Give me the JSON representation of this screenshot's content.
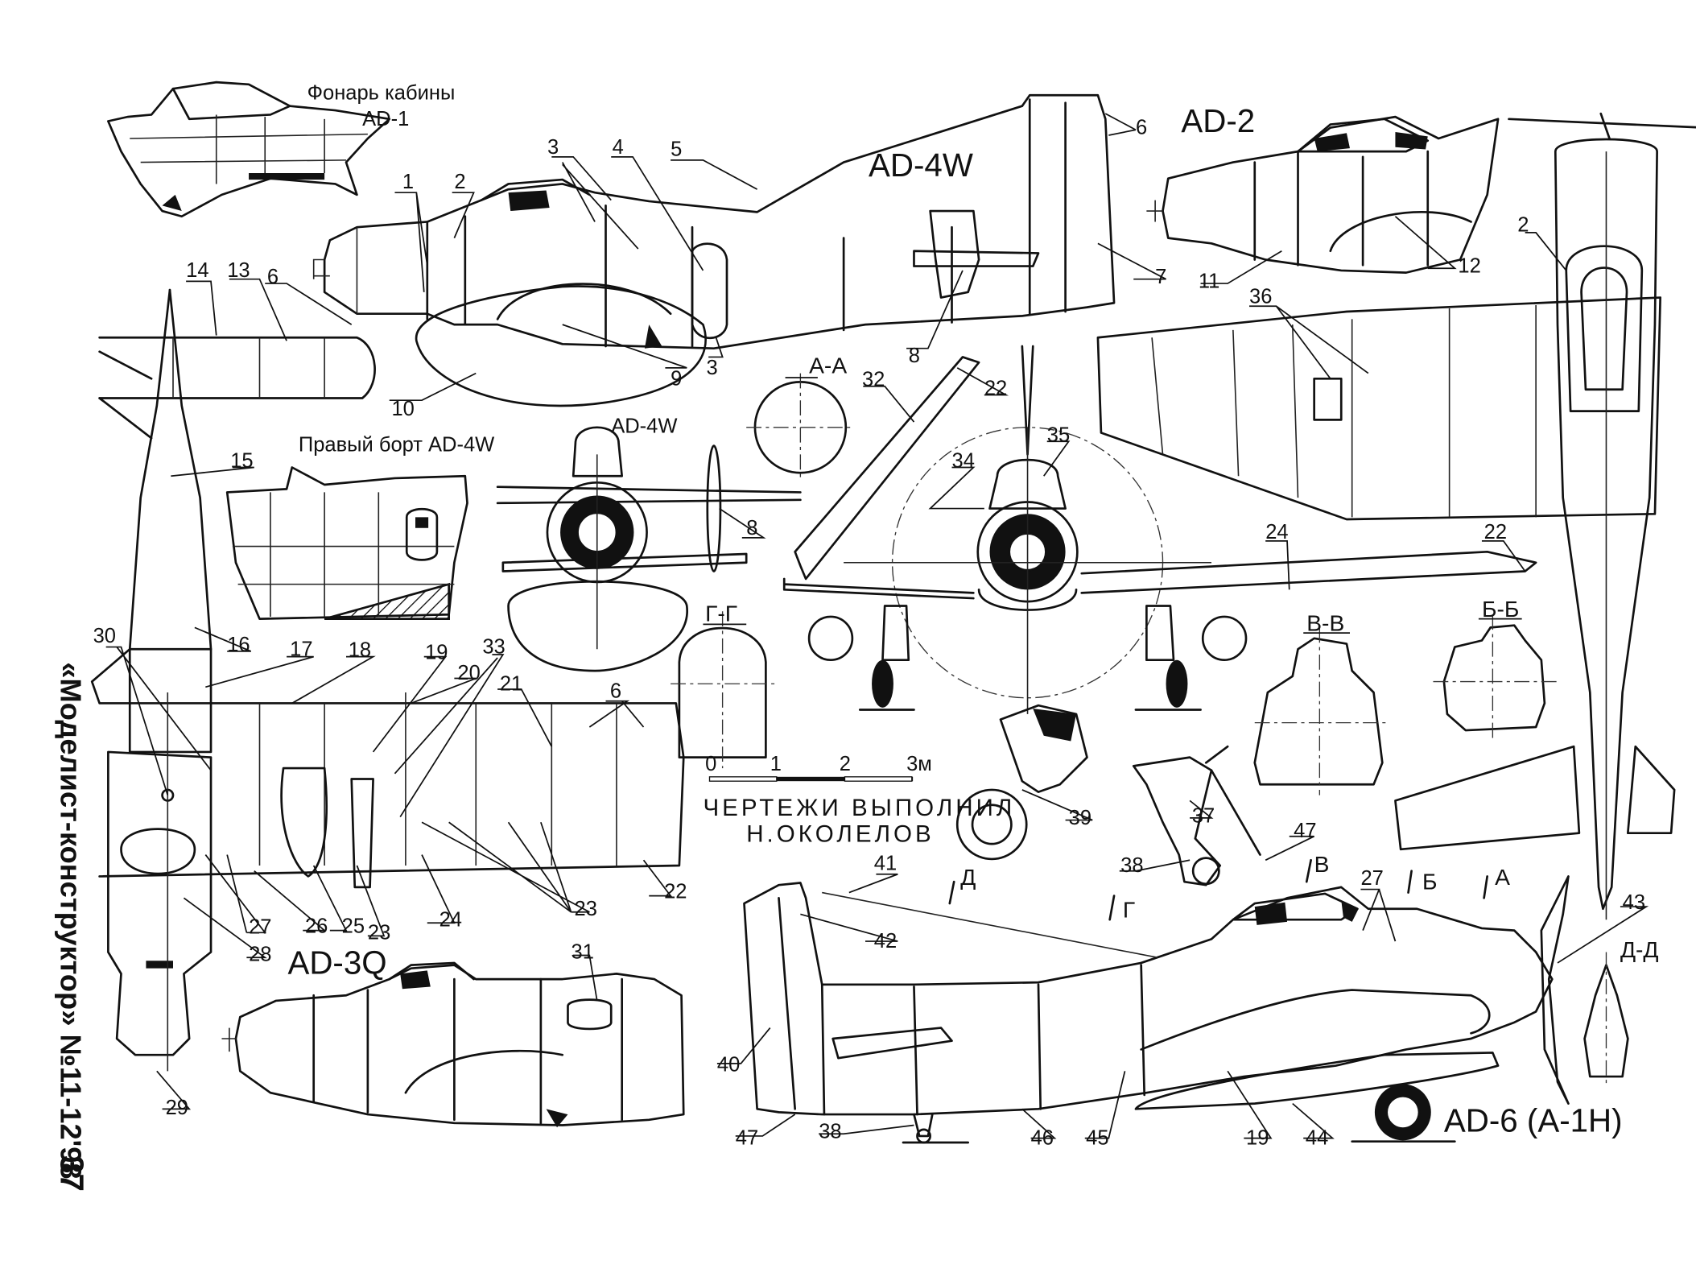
{
  "magazine": "«Моделист-конструктор» №11-12'98",
  "page_number": "37",
  "views": {
    "ad1_canopy": "Фонарь кабины AD-1",
    "ad2": "AD-2",
    "ad4w": "AD-4W",
    "ad4w_right_side": "Правый борт AD-4W",
    "ad4w_front": "AD-4W",
    "ad3q": "AD-3Q",
    "ad6": "AD-6 (A-1H)"
  },
  "sections": {
    "a_a": "А-А",
    "b_b": "Б-Б",
    "v_v": "В-В",
    "g_g": "Г-Г",
    "d_d": "Д-Д",
    "a": "А",
    "b": "Б",
    "v": "В",
    "g": "Г",
    "d": "Д"
  },
  "scale_bar": {
    "ticks": [
      "0",
      "1",
      "2",
      "3м"
    ]
  },
  "credit": {
    "line1": "ЧЕРТЕЖИ ВЫПОЛНИЛ",
    "line2": "Н.ОКОЛЕЛОВ"
  },
  "callouts": [
    {
      "id": "c1",
      "text": "1"
    },
    {
      "id": "c2",
      "text": "2"
    },
    {
      "id": "c3a",
      "text": "3"
    },
    {
      "id": "c4",
      "text": "4"
    },
    {
      "id": "c5",
      "text": "5"
    },
    {
      "id": "c6a",
      "text": "6"
    },
    {
      "id": "c7",
      "text": "7"
    },
    {
      "id": "c8a",
      "text": "8"
    },
    {
      "id": "c9",
      "text": "9"
    },
    {
      "id": "c3b",
      "text": "3"
    },
    {
      "id": "c10",
      "text": "10"
    },
    {
      "id": "c11",
      "text": "11"
    },
    {
      "id": "c12",
      "text": "12"
    },
    {
      "id": "c2b",
      "text": "2"
    },
    {
      "id": "c36",
      "text": "36"
    },
    {
      "id": "c14",
      "text": "14"
    },
    {
      "id": "c13",
      "text": "13"
    },
    {
      "id": "c6b",
      "text": "6"
    },
    {
      "id": "c15",
      "text": "15"
    },
    {
      "id": "c32",
      "text": "32"
    },
    {
      "id": "c22a",
      "text": "22"
    },
    {
      "id": "c35",
      "text": "35"
    },
    {
      "id": "c34",
      "text": "34"
    },
    {
      "id": "c8b",
      "text": "8"
    },
    {
      "id": "c24a",
      "text": "24"
    },
    {
      "id": "c22b",
      "text": "22"
    },
    {
      "id": "c16",
      "text": "16"
    },
    {
      "id": "c17",
      "text": "17"
    },
    {
      "id": "c18",
      "text": "18"
    },
    {
      "id": "c19a",
      "text": "19"
    },
    {
      "id": "c20",
      "text": "20"
    },
    {
      "id": "c33",
      "text": "33"
    },
    {
      "id": "c21",
      "text": "21"
    },
    {
      "id": "c6c",
      "text": "6"
    },
    {
      "id": "c30",
      "text": "30"
    },
    {
      "id": "c39",
      "text": "39"
    },
    {
      "id": "c37",
      "text": "37"
    },
    {
      "id": "c47a",
      "text": "47"
    },
    {
      "id": "c38a",
      "text": "38"
    },
    {
      "id": "c27a",
      "text": "27"
    },
    {
      "id": "c28",
      "text": "28"
    },
    {
      "id": "c26",
      "text": "26"
    },
    {
      "id": "c25",
      "text": "25"
    },
    {
      "id": "c23a",
      "text": "23"
    },
    {
      "id": "c24b",
      "text": "24"
    },
    {
      "id": "c23b",
      "text": "23"
    },
    {
      "id": "c22c",
      "text": "22"
    },
    {
      "id": "c41",
      "text": "41"
    },
    {
      "id": "c42",
      "text": "42"
    },
    {
      "id": "c27b",
      "text": "27"
    },
    {
      "id": "c43",
      "text": "43"
    },
    {
      "id": "c31",
      "text": "31"
    },
    {
      "id": "c29",
      "text": "29"
    },
    {
      "id": "c40",
      "text": "40"
    },
    {
      "id": "c47b",
      "text": "47"
    },
    {
      "id": "c38b",
      "text": "38"
    },
    {
      "id": "c46",
      "text": "46"
    },
    {
      "id": "c45",
      "text": "45"
    },
    {
      "id": "c19b",
      "text": "19"
    },
    {
      "id": "c44",
      "text": "44"
    }
  ]
}
